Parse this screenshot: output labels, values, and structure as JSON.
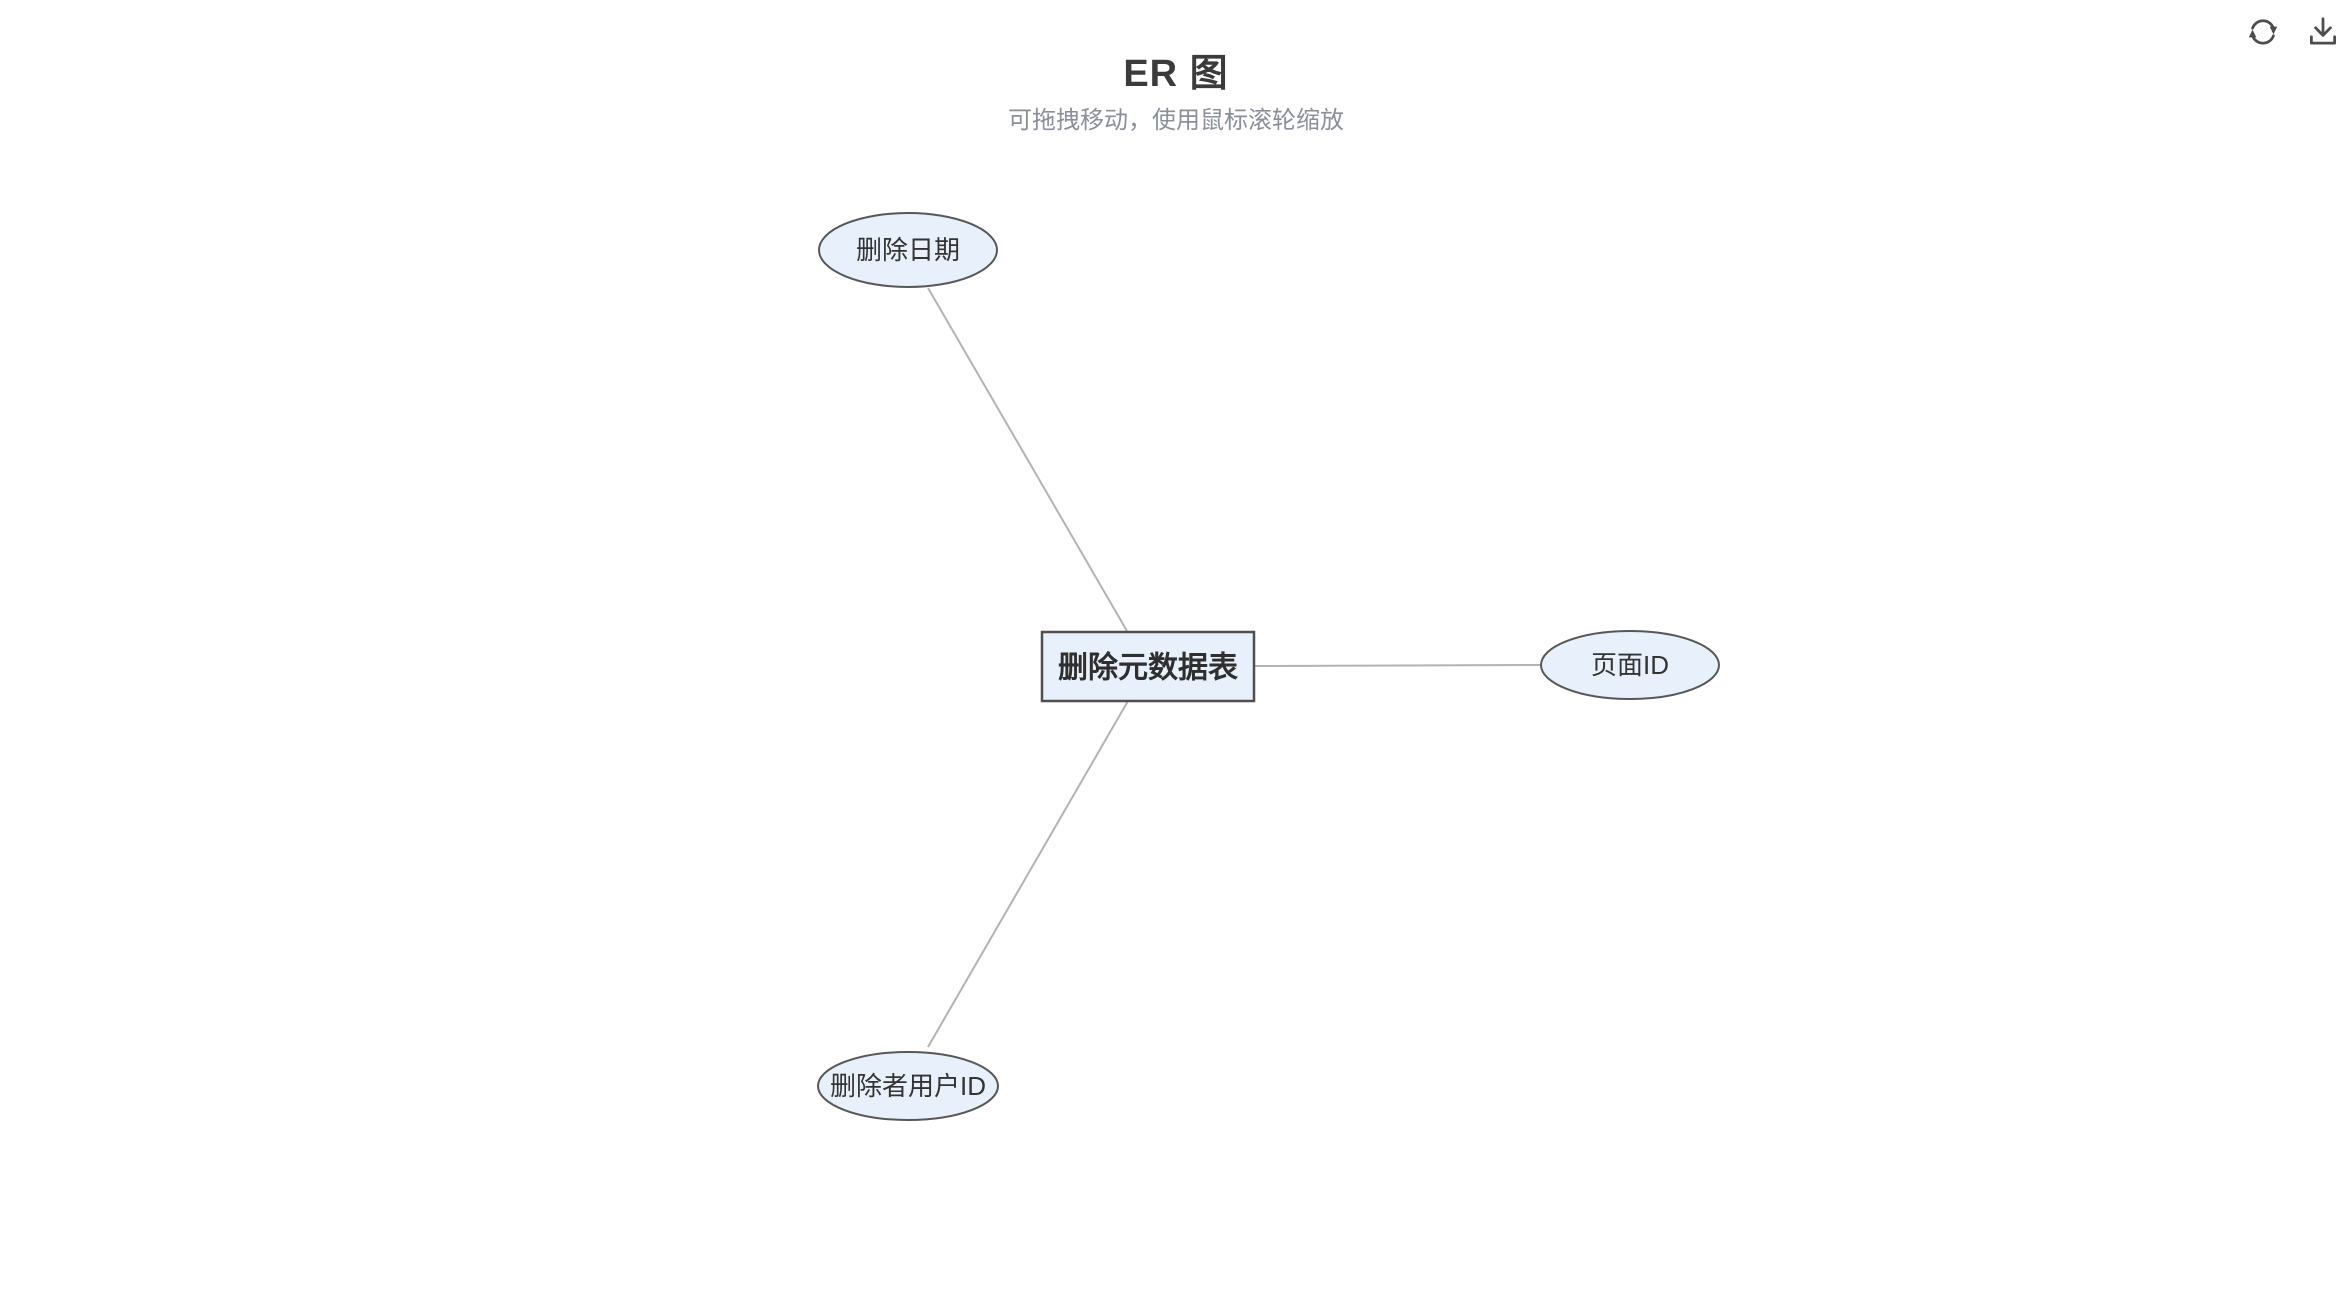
{
  "header": {
    "title": "ER 图",
    "subtitle": "可拖拽移动，使用鼠标滚轮缩放"
  },
  "toolbar": {
    "icons": [
      {
        "name": "refresh-icon"
      },
      {
        "name": "download-icon"
      }
    ]
  },
  "diagram": {
    "type": "er-graph",
    "entity": {
      "label": "删除元数据表",
      "shape": "rect"
    },
    "attributes": [
      {
        "label": "删除日期",
        "shape": "ellipse"
      },
      {
        "label": "页面ID",
        "shape": "ellipse"
      },
      {
        "label": "删除者用户ID",
        "shape": "ellipse"
      }
    ],
    "edges": [
      {
        "from": "删除元数据表",
        "to": "删除日期"
      },
      {
        "from": "删除元数据表",
        "to": "页面ID"
      },
      {
        "from": "删除元数据表",
        "to": "删除者用户ID"
      }
    ],
    "colors": {
      "node_fill": "#e8f1fb",
      "node_border": "#575757",
      "entity_border": "#4f4f4f",
      "edge": "#b3b3b3",
      "label": "#333333",
      "title": "#3b3b3b",
      "subtitle": "#8a8f99",
      "icon": "#4d4d4d",
      "background": "#ffffff"
    }
  }
}
